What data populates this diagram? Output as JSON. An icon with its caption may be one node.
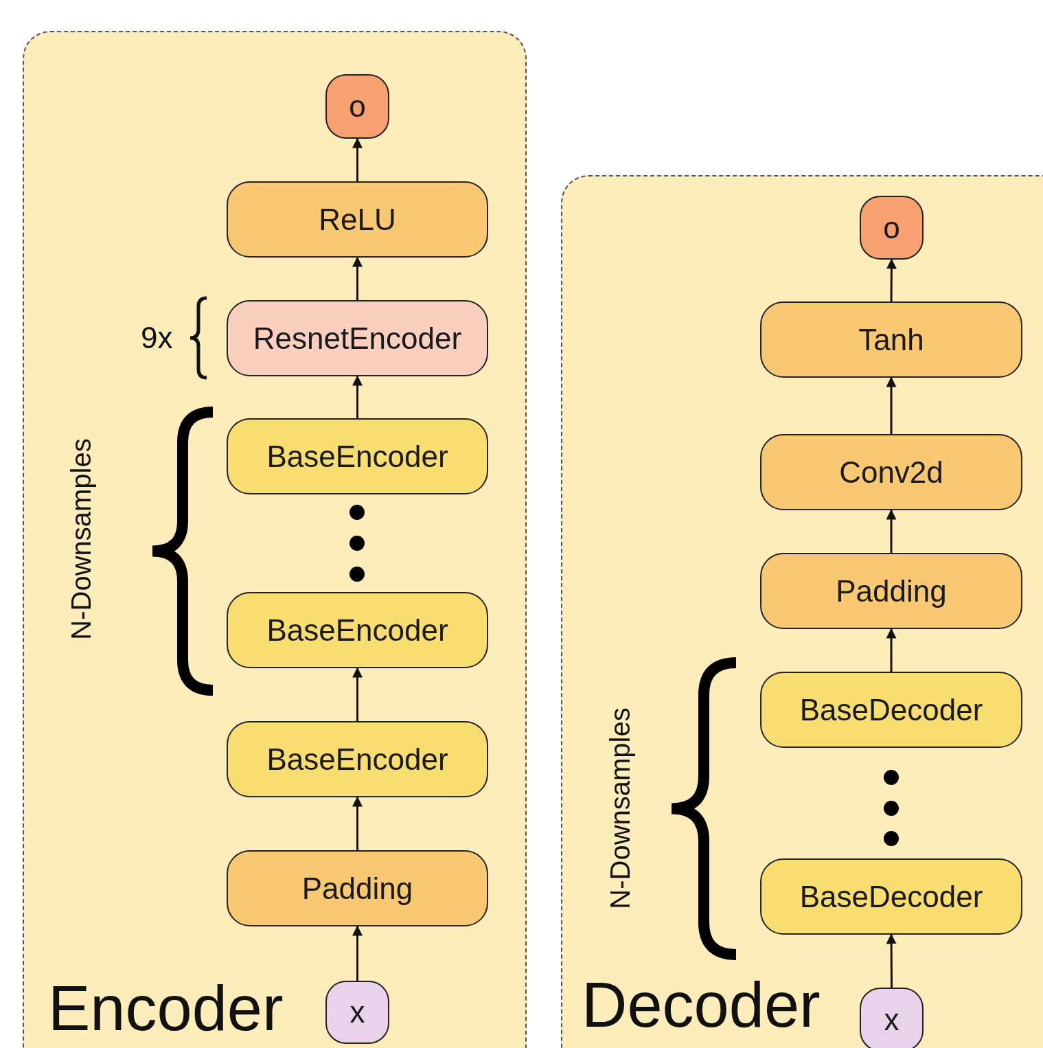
{
  "diagram": {
    "nodes": [
      {
        "text": [
          "Encoder"
        ]
      },
      {
        "text": [
          "o"
        ],
        "in": 0
      },
      {
        "text": [
          "ReLU"
        ],
        "in": 0
      },
      {
        "text": [
          "ResnetEncoder"
        ],
        "in": 0,
        "beside": [
          "9x"
        ]
      },
      {
        "text": [
          "BaseEncoder"
        ],
        "in": 0
      },
      {
        "text": [
          "BaseEncoder"
        ],
        "in": 0
      },
      {
        "text": [
          "BaseEncoder"
        ],
        "in": 0
      },
      {
        "text": [
          "Padding"
        ],
        "in": 0
      },
      {
        "text": [
          "x"
        ],
        "in": 0
      },
      {
        "text": [
          "Decoder"
        ]
      },
      {
        "text": [
          "o"
        ],
        "in": 9
      },
      {
        "text": [
          "Tanh"
        ],
        "in": 9
      },
      {
        "text": [
          "Conv2d"
        ],
        "in": 9
      },
      {
        "text": [
          "Padding"
        ],
        "in": 9
      },
      {
        "text": [
          "BaseDecoder"
        ],
        "in": 9
      },
      {
        "text": [
          "BaseDecoder"
        ],
        "in": 9
      },
      {
        "text": [
          "x"
        ],
        "in": 9
      }
    ],
    "edges": [
      {
        "from": 8,
        "to": 7,
        "arrow": "to"
      },
      {
        "from": 7,
        "to": 6,
        "arrow": "to"
      },
      {
        "from": 6,
        "to": 5,
        "arrow": "to"
      },
      {
        "from": 4,
        "to": 3,
        "arrow": "to"
      },
      {
        "from": 3,
        "to": 2,
        "arrow": "to"
      },
      {
        "from": 2,
        "to": 1,
        "arrow": "to"
      },
      {
        "from": 16,
        "to": 15,
        "arrow": "to"
      },
      {
        "from": 14,
        "to": 13,
        "arrow": "to"
      },
      {
        "from": 13,
        "to": 12,
        "arrow": "to"
      },
      {
        "from": 12,
        "to": 11,
        "arrow": "to"
      },
      {
        "from": 11,
        "to": 10,
        "arrow": "to"
      }
    ],
    "labels": [
      "N-Downsamples",
      "N-Downsamples"
    ]
  }
}
